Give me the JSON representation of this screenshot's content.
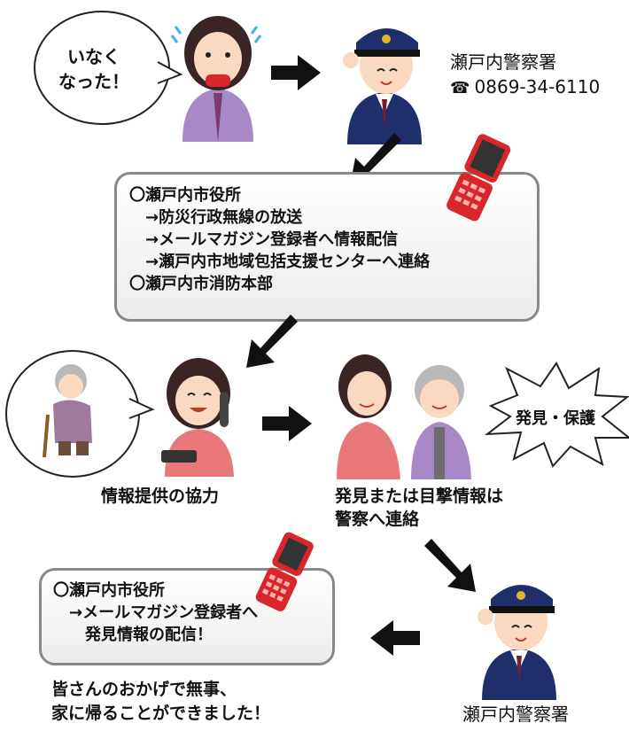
{
  "top": {
    "speech": [
      "いなく",
      "なった！"
    ],
    "station_name": "瀬戸内警察署",
    "phone_icon": "phone-icon",
    "phone": "0869-34-6110"
  },
  "box1": {
    "lines": [
      "〇瀬戸内市役所",
      "　→防災行政無線の放送",
      "　→メールマガジン登録者へ情報配信",
      "　→瀬戸内市地域包括支援センターへ連絡",
      "〇瀬戸内市消防本部"
    ]
  },
  "middle": {
    "cooperation": "情報提供の協力",
    "found_label": "発見・保護",
    "report": [
      "発見または目撃情報は",
      "警察へ連絡"
    ]
  },
  "box2": {
    "lines": [
      "〇瀬戸内市役所",
      "　→メールマガジン登録者へ",
      "　　発見情報の配信！"
    ]
  },
  "bottom": {
    "closing": [
      "皆さんのおかげで無事、",
      "家に帰ることができました！"
    ],
    "station_name": "瀬戸内警察署"
  },
  "colors": {
    "arrow": "#111111",
    "police_uniform": "#1f2f6b",
    "phone_red": "#d9262b",
    "skin": "#fbd8c0"
  }
}
